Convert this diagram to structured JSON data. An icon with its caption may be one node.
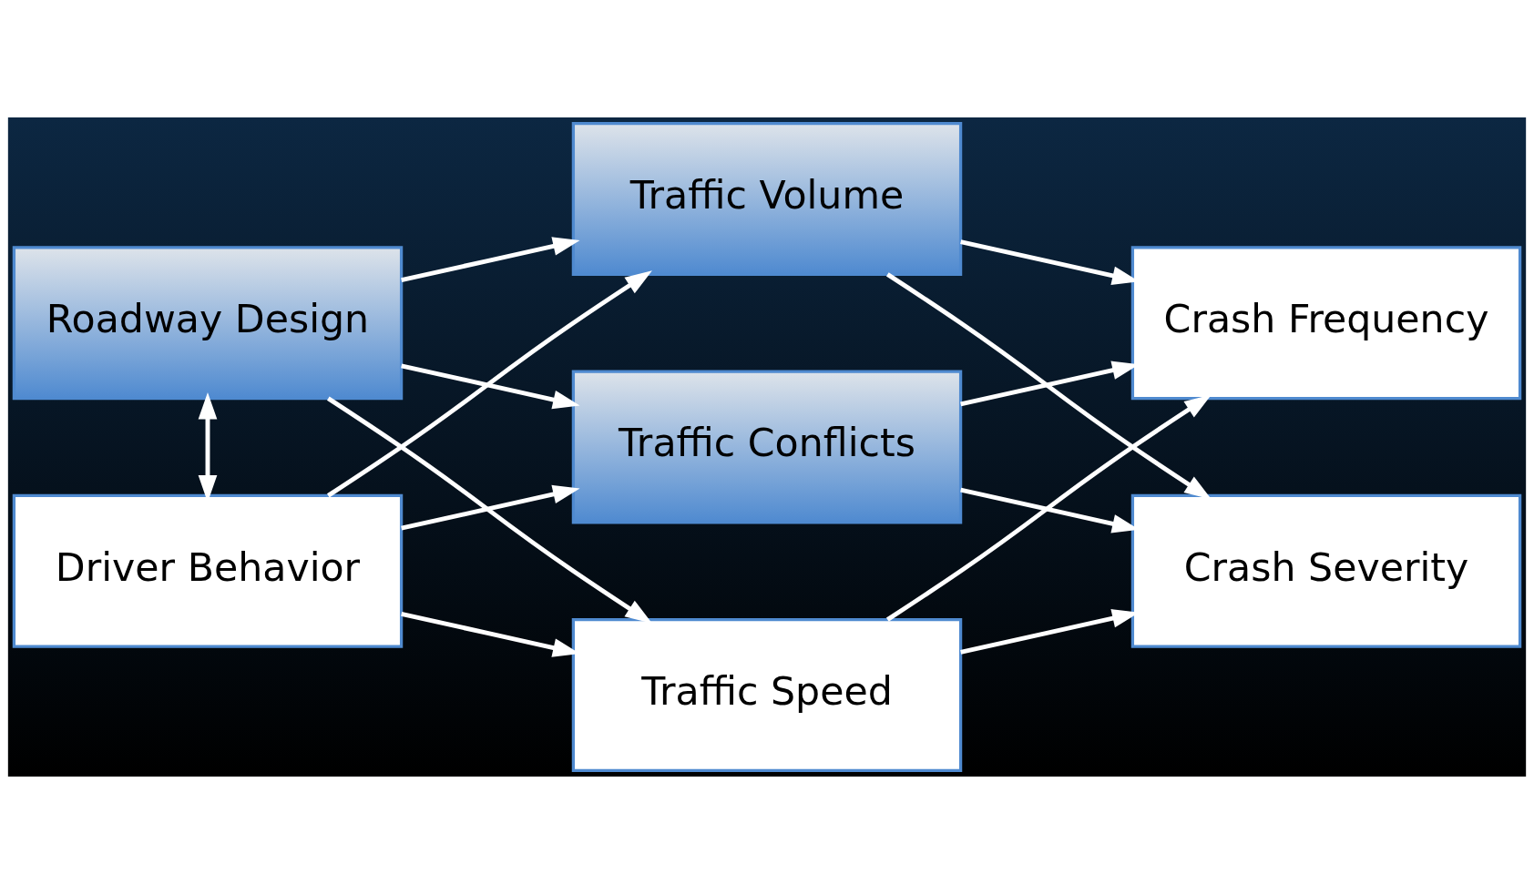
{
  "diagram": {
    "nodes": [
      {
        "text": [
          "Roadway Design"
        ]
      },
      {
        "text": [
          "Driver Behavior"
        ]
      },
      {
        "text": [
          "Traffic Volume"
        ]
      },
      {
        "text": [
          "Traffic Conflicts"
        ]
      },
      {
        "text": [
          "Traffic Speed"
        ]
      },
      {
        "text": [
          "Crash Frequency"
        ]
      },
      {
        "text": [
          "Crash Severity"
        ]
      }
    ],
    "edges": [
      {
        "from": 0,
        "to": 1,
        "arrow": "both"
      },
      {
        "from": 0,
        "to": 2,
        "arrow": "to"
      },
      {
        "from": 0,
        "to": 3,
        "arrow": "to"
      },
      {
        "from": 0,
        "to": 4,
        "arrow": "to"
      },
      {
        "from": 1,
        "to": 2,
        "arrow": "to"
      },
      {
        "from": 1,
        "to": 3,
        "arrow": "to"
      },
      {
        "from": 1,
        "to": 4,
        "arrow": "to"
      },
      {
        "from": 2,
        "to": 5,
        "arrow": "to"
      },
      {
        "from": 2,
        "to": 6,
        "arrow": "to"
      },
      {
        "from": 3,
        "to": 5,
        "arrow": "to"
      },
      {
        "from": 3,
        "to": 6,
        "arrow": "to"
      },
      {
        "from": 4,
        "to": 5,
        "arrow": "to"
      },
      {
        "from": 4,
        "to": 6,
        "arrow": "to"
      }
    ]
  }
}
